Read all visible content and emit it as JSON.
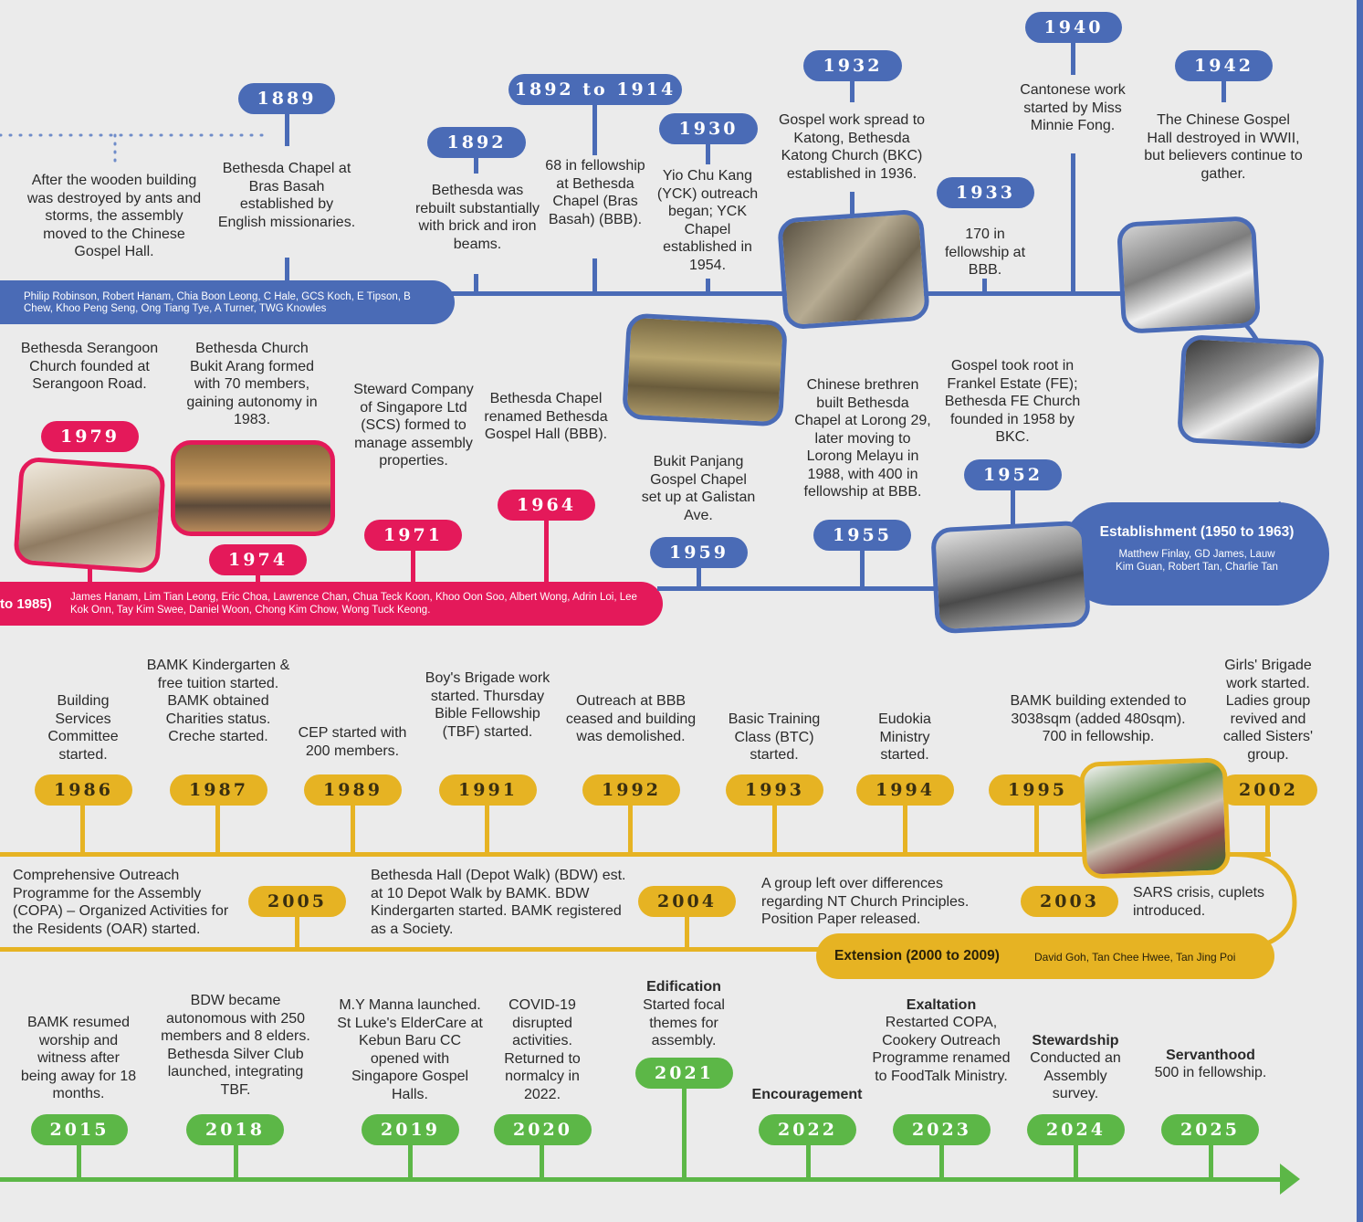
{
  "colors": {
    "blue": "#4a6bb6",
    "pink": "#e4195a",
    "gold": "#e6b323",
    "green": "#5cb747",
    "background": "#ebebeb"
  },
  "blue_row": {
    "pills": [
      "1889",
      "1892",
      "1892 to 1914",
      "1930",
      "1932",
      "1933",
      "1940",
      "1942"
    ],
    "texts": {
      "wooden": "After the wooden building was destroyed by ants and storms, the assembly moved to the Chinese Gospel Hall.",
      "e1889": "Bethesda Chapel at Bras Basah established by English missionaries.",
      "e1892": "Bethesda was rebuilt substantially with brick and iron beams.",
      "e1892_1914": "68 in fellowship at Bethesda Chapel (Bras Basah) (BBB).",
      "e1930": "Yio Chu Kang (YCK) outreach began; YCK Chapel established in 1954.",
      "e1932": "Gospel work spread to Katong, Bethesda Katong Church (BKC) established in 1936.",
      "e1933": "170 in fellowship at BBB.",
      "e1940": "Cantonese work started by Miss Minnie Fong.",
      "e1942": "The Chinese Gospel Hall destroyed in WWII, but believers continue to gather."
    },
    "band_names": "Philip Robinson, Robert Hanam, Chia Boon Leong, C Hale, GCS Koch, E Tipson, B Chew, Khoo Peng Seng, Ong Tiang Tye, A Turner, TWG Knowles"
  },
  "mixed_row": {
    "pills": [
      "1979",
      "1974",
      "1971",
      "1964",
      "1959",
      "1955",
      "1952"
    ],
    "texts": {
      "e1979": "Bethesda Serangoon Church founded at Serangoon Road.",
      "e1974": "Bethesda Church Bukit Arang formed with 70 members, gaining autonomy in 1983.",
      "e1971": "Steward Company of Singapore Ltd (SCS) formed to manage assembly properties.",
      "e1964": "Bethesda Chapel renamed Bethesda Gospel Hall (BBB).",
      "e1959": "Bukit Panjang Gospel Chapel set up at Galistan Ave.",
      "e1955": "Chinese brethren built Bethesda Chapel at Lorong 29, later moving to Lorong Melayu in 1988, with 400 in fellowship at BBB.",
      "e1952": "Gospel took root in Frankel Estate (FE); Bethesda FE Church founded in 1958 by BKC."
    },
    "establishment": {
      "title": "Establishment (1950 to 1963)",
      "names": "Matthew Finlay, GD James, Lauw Kim Guan, Robert Tan, Charlie Tan"
    },
    "pink_band": {
      "title_frag": "to 1985)",
      "names": "James Hanam, Lim Tian Leong, Eric Choa, Lawrence Chan, Chua Teck Koon, Khoo Oon Soo, Albert Wong, Adrin Loi, Lee Kok Onn, Tay Kim Swee, Daniel Woon, Chong Kim Chow, Wong Tuck Keong."
    }
  },
  "gold_row": {
    "pills": [
      "1986",
      "1987",
      "1989",
      "1991",
      "1992",
      "1993",
      "1994",
      "1995",
      "2002",
      "2005",
      "2004",
      "2003"
    ],
    "texts": {
      "e1986": "Building Services Committee started.",
      "e1987": "BAMK Kindergarten & free tuition started. BAMK obtained Charities status. Creche started.",
      "e1989": "CEP started with 200 members.",
      "e1991": "Boy's Brigade work started. Thursday Bible Fellowship (TBF) started.",
      "e1992": "Outreach at BBB ceased and building was demolished.",
      "e1993": "Basic Training Class (BTC) started.",
      "e1994": "Eudokia Ministry started.",
      "e1995": "BAMK building extended to 3038sqm (added 480sqm). 700 in fellowship.",
      "e2002": "Girls' Brigade work started. Ladies group revived and called Sisters' group.",
      "e2005": "Comprehensive Outreach Programme for the Assembly (COPA) – Organized Activities for the Residents (OAR) started.",
      "e2004": "Bethesda Hall (Depot Walk) (BDW) est. at 10 Depot Walk by BAMK. BDW Kindergarten started. BAMK registered as a Society.",
      "e2003a": "A group left over differences regarding NT Church Principles. Position Paper released.",
      "e2003b": "SARS crisis, cuplets introduced."
    },
    "extension": {
      "title": "Extension (2000 to 2009)",
      "names": "David Goh, Tan Chee Hwee, Tan Jing Poi"
    }
  },
  "green_row": {
    "pills": [
      "2015",
      "2018",
      "2019",
      "2020",
      "2021",
      "2022",
      "2023",
      "2024",
      "2025"
    ],
    "texts": {
      "e2015": "BAMK resumed worship and witness after being away for 18 months.",
      "e2018": "BDW became autonomous with 250 members and 8 elders. Bethesda Silver Club launched, integrating TBF.",
      "e2019": "M.Y Manna launched. St Luke's ElderCare at Kebun Baru CC opened with Singapore Gospel Halls.",
      "e2020": "COVID-19 disrupted activities. Returned to normalcy in 2022.",
      "e2021_head": "Edification",
      "e2021": "Started focal themes for assembly.",
      "e2022_head": "Encouragement",
      "e2023_head": "Exaltation",
      "e2023": "Restarted COPA, Cookery Outreach Programme renamed to FoodTalk Ministry.",
      "e2024_head": "Stewardship",
      "e2024": "Conducted an Assembly survey.",
      "e2025_head": "Servanthood",
      "e2025": "500 in fellowship."
    }
  }
}
